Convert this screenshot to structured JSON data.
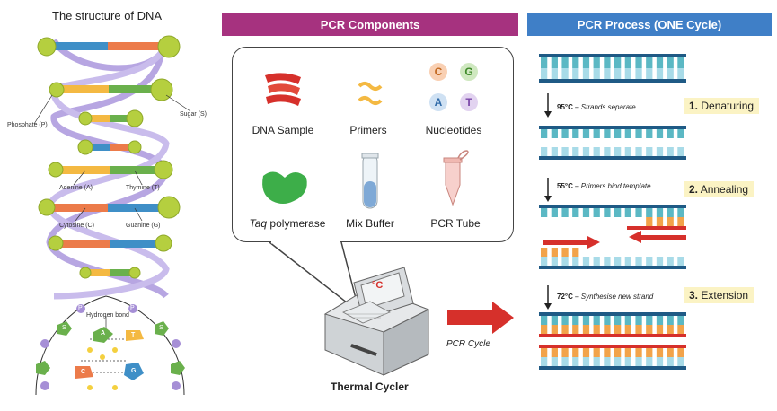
{
  "dna": {
    "title": "The structure of DNA",
    "labels": {
      "phosphate": "Phosphate (P)",
      "sugar": "Sugar (S)",
      "adenine": "Adenine (A)",
      "thymine": "Thymine (T)",
      "cytosine": "Cytosine (C)",
      "guanine": "Guanine (G)",
      "hydrogen_bond": "Hydrogen bond"
    },
    "glyphs": {
      "p": "P",
      "s": "S",
      "a": "A",
      "t": "T",
      "c": "C",
      "g": "G"
    }
  },
  "components": {
    "header": "PCR Components",
    "items": {
      "dna_sample": "DNA Sample",
      "primers": "Primers",
      "nucleotides": "Nucleotides",
      "taq_italic": "Taq",
      "taq_rest": " polymerase",
      "mix_buffer": "Mix Buffer",
      "pcr_tube": "PCR Tube"
    },
    "nucleotide_glyphs": {
      "c": "C",
      "g": "G",
      "a": "A",
      "t": "T"
    },
    "thermal_cycler": "Thermal Cycler",
    "display_unit": "°C",
    "cycle_label": "PCR Cycle"
  },
  "process": {
    "header": "PCR Process  (ONE Cycle)",
    "steps": [
      {
        "temp": "95°C",
        "desc": " – Strands separate",
        "num": "1.",
        "name": " Denaturing"
      },
      {
        "temp": "55°C",
        "desc": " – Primers bind template",
        "num": "2.",
        "name": " Annealing"
      },
      {
        "temp": "72°C",
        "desc": " – Synthesise new strand",
        "num": "3.",
        "name": " Extension"
      }
    ]
  },
  "colors": {
    "components_header": "#a6327f",
    "process_header": "#3f7fc7",
    "strand": "#1f5a85",
    "teal_base": "#5bb8c4",
    "light_base": "#a8dbe8",
    "orange_base": "#f2a34a",
    "primer_red": "#d6302b",
    "badge": "#fbf3c4"
  }
}
